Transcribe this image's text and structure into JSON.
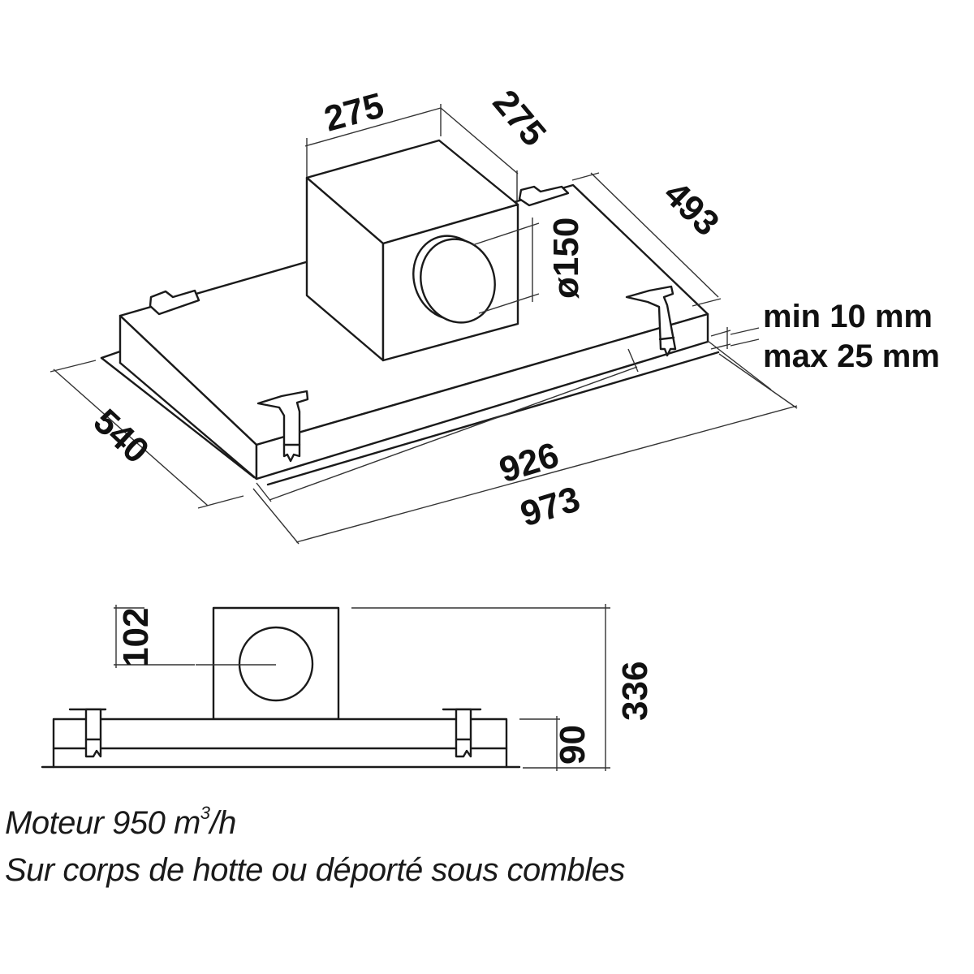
{
  "diagram": {
    "subject": "Ceiling range hood with remote motor box",
    "isometric_view": {
      "motor_box_width": "275",
      "motor_box_depth": "275",
      "duct_outlet_diameter": "ø150",
      "body_depth": "493",
      "frame_depth": "540",
      "body_width": "926",
      "frame_width": "973",
      "ceiling_thickness_min": "min 10 mm",
      "ceiling_thickness_max": "max 25 mm"
    },
    "side_view": {
      "outlet_center_offset": "102",
      "total_height": "336",
      "body_height": "90"
    }
  },
  "captions": {
    "line1_prefix": "Moteur 950 m",
    "line1_superscript": "3",
    "line1_suffix": "/h",
    "line2": "Sur corps de hotte ou déporté sous combles"
  },
  "colors": {
    "line": "#1a1a1a",
    "background": "#ffffff"
  }
}
